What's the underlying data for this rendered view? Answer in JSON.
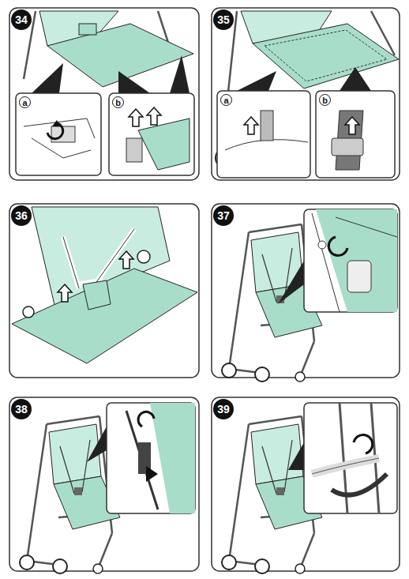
{
  "diagram": {
    "nodes": [
      {
        "text": [
          "34"
        ]
      },
      {
        "text": [
          "35"
        ]
      },
      {
        "text": [
          "36"
        ]
      },
      {
        "text": [
          "37"
        ]
      },
      {
        "text": [
          "38"
        ]
      },
      {
        "text": [
          "39"
        ]
      }
    ],
    "labels": [
      "a",
      "b",
      "a",
      "b"
    ]
  }
}
